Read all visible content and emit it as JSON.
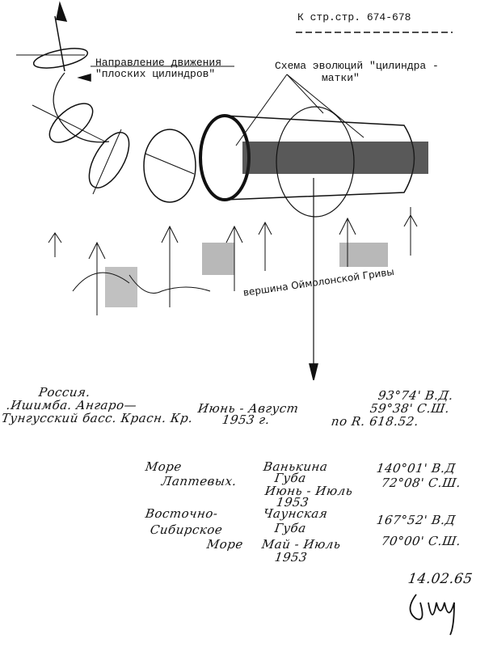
{
  "header": {
    "page_ref": "К стр.стр. 674-678"
  },
  "diagram": {
    "label_direction_line1": "Направление движения",
    "label_direction_line2": "\"плоских цилиндров\"",
    "label_scheme_line1": "Схема эволюций \"цилиндра -",
    "label_scheme_line2": "матки\"",
    "label_ridge": "вершина Оймолонской Гривы"
  },
  "records": [
    {
      "location": [
        "Россия.",
        ".Ишимба. Ангаро—",
        "Тунгусский басс. Красн. Кр."
      ],
      "place_date": [
        "Июнь - Август",
        "1953 г."
      ],
      "coords": [
        "93°74' В.Д.",
        "59°38' С.Ш.",
        "по R. 618.52."
      ]
    },
    {
      "location": [
        "Море",
        "Лаптевых."
      ],
      "place_date": [
        "Ванькина",
        "Губа",
        "Июнь - Июль",
        "1953"
      ],
      "coords": [
        "140°01' В.Д",
        "72°08' С.Ш."
      ]
    },
    {
      "location": [
        "Восточно-",
        "Сибирское",
        "Море"
      ],
      "place_date": [
        "Чаунская",
        "Губа",
        "Май - Июль",
        "1953"
      ],
      "coords": [
        "167°52' В.Д",
        "70°00' С.Ш."
      ]
    }
  ],
  "footer": {
    "date": "14.02.65"
  }
}
